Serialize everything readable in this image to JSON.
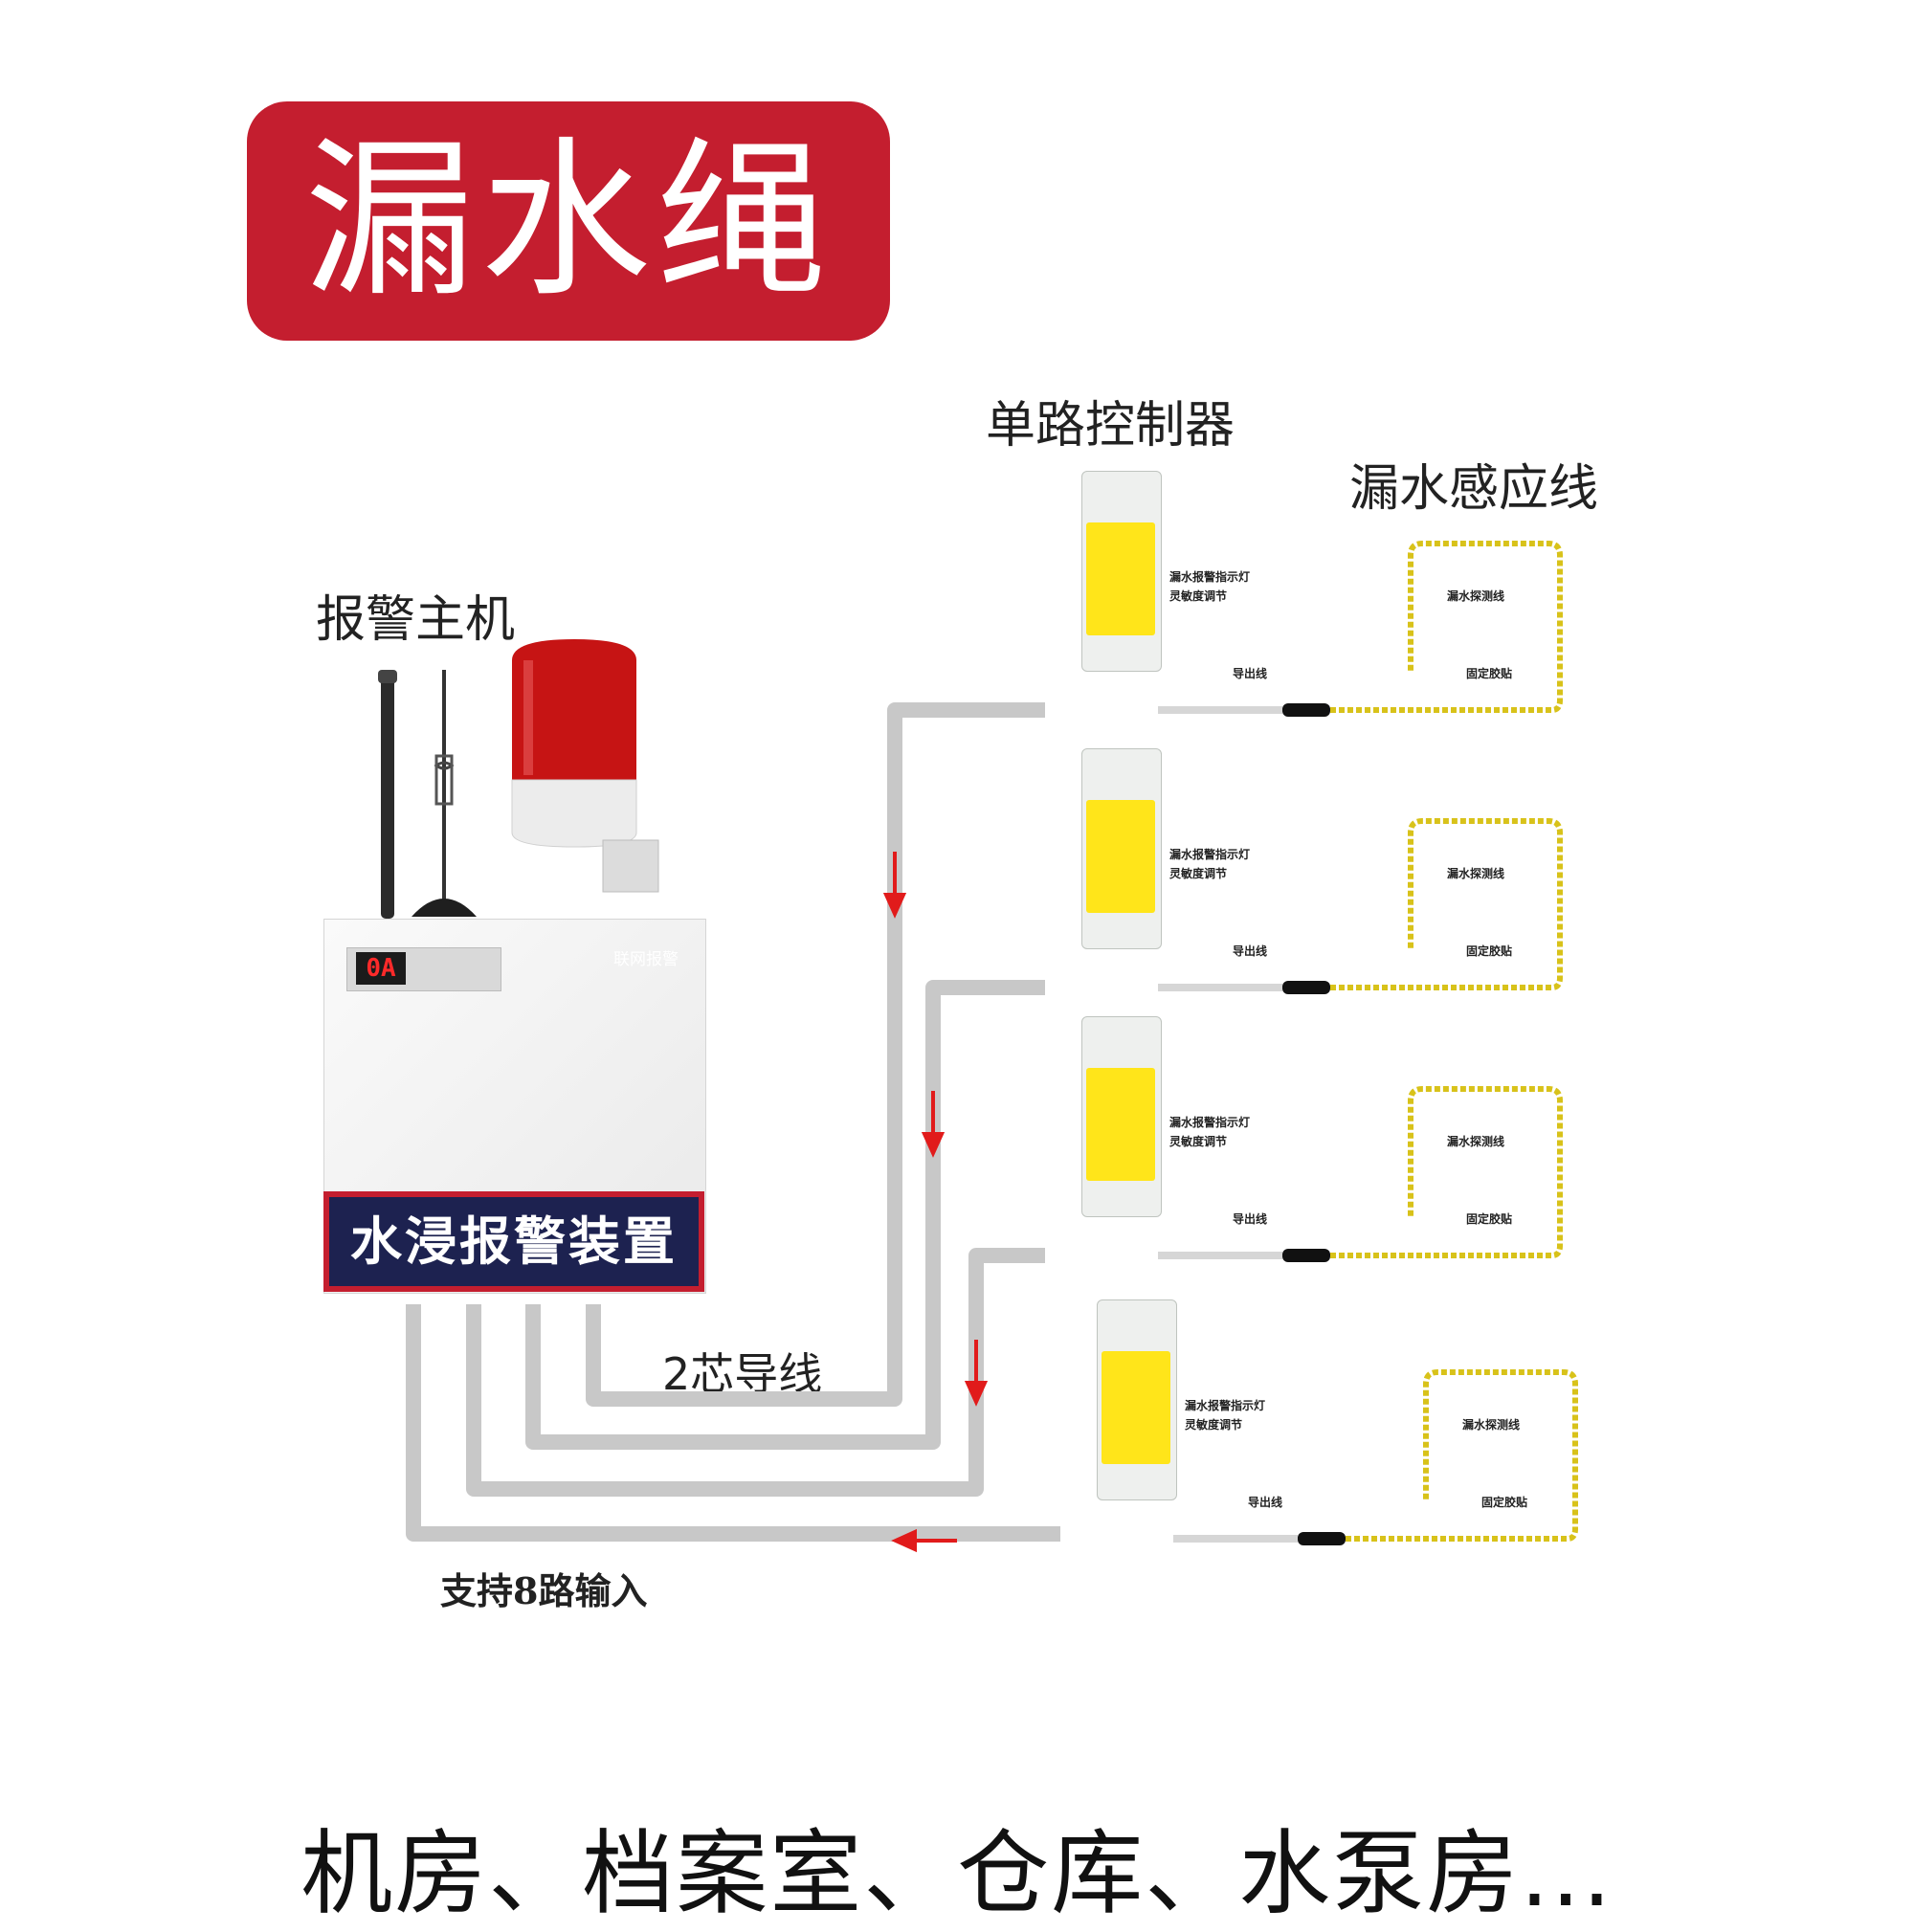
{
  "title": "漏水绳",
  "labels": {
    "host": "报警主机",
    "controller": "单路控制器",
    "sense_line": "漏水感应线",
    "wire": "2芯导线",
    "inputs": "支持8路输入"
  },
  "host_device": {
    "display": "0A",
    "badge": "联网报警",
    "panel": "水浸报警装置"
  },
  "controller_callouts": {
    "alarm_light": "漏水报警指示灯",
    "sensitivity": "灵敏度调节",
    "lead_wire": "导出线",
    "probe": "漏水探测线",
    "fixing": "固定胶贴"
  },
  "caption": "机房、档案室、仓库、水泵房...",
  "colors": {
    "brand_red": "#c41e2f",
    "panel_navy": "#1d2250",
    "controller_yellow": "#ffe51a",
    "wire_gray": "#c8c8c8",
    "arrow_red": "#e11b1b"
  }
}
